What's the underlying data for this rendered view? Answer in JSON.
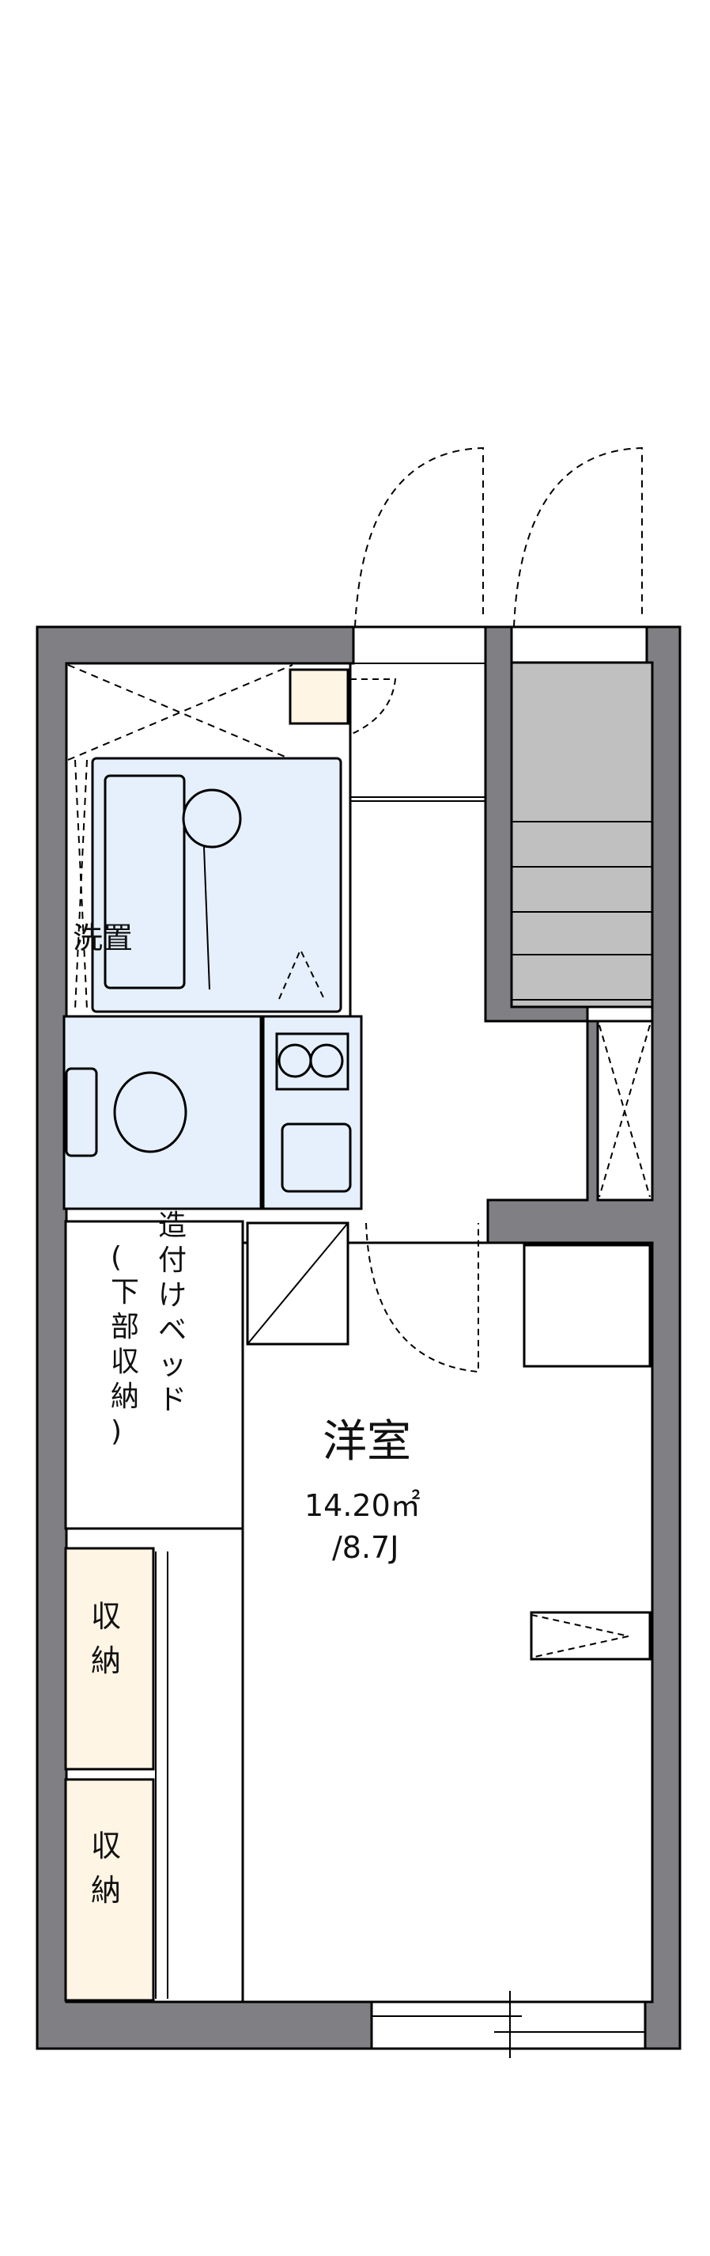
{
  "floorplan": {
    "rooms": {
      "western_room": {
        "name": "洋室",
        "area": "14.20㎡",
        "tatami": "/8.7J"
      },
      "laundry": {
        "label": "洗置"
      },
      "built_in_bed": {
        "label_col1": [
          "造",
          "付",
          "け",
          "ベ",
          "ッ",
          "ド"
        ],
        "label_col2": [
          "(",
          "下",
          "部",
          "収",
          "納",
          ")"
        ]
      },
      "storage_1": {
        "label": [
          "収",
          "納"
        ]
      },
      "storage_2": {
        "label": [
          "収",
          "納"
        ]
      }
    },
    "colors": {
      "wall": "#808084",
      "wet_area": "#e6f0fc",
      "storage": "#fff5e4",
      "stair": "#c0c0c0",
      "line": "#000000"
    }
  }
}
